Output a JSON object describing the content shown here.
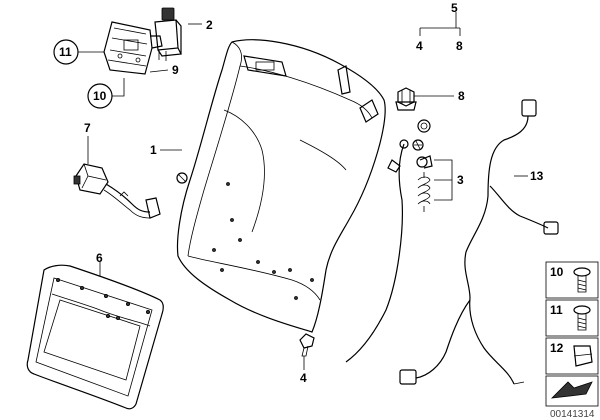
{
  "callouts": {
    "c1": "1",
    "c2": "2",
    "c3": "3",
    "c4a": "4",
    "c4b": "4",
    "c5": "5",
    "c6": "6",
    "c7": "7",
    "c8a": "8",
    "c8b": "8",
    "c9": "9",
    "c10": "10",
    "c11": "11",
    "c13": "13"
  },
  "legend": {
    "l10": "10",
    "l11": "11",
    "l12": "12"
  },
  "catalog_number": "00141314"
}
